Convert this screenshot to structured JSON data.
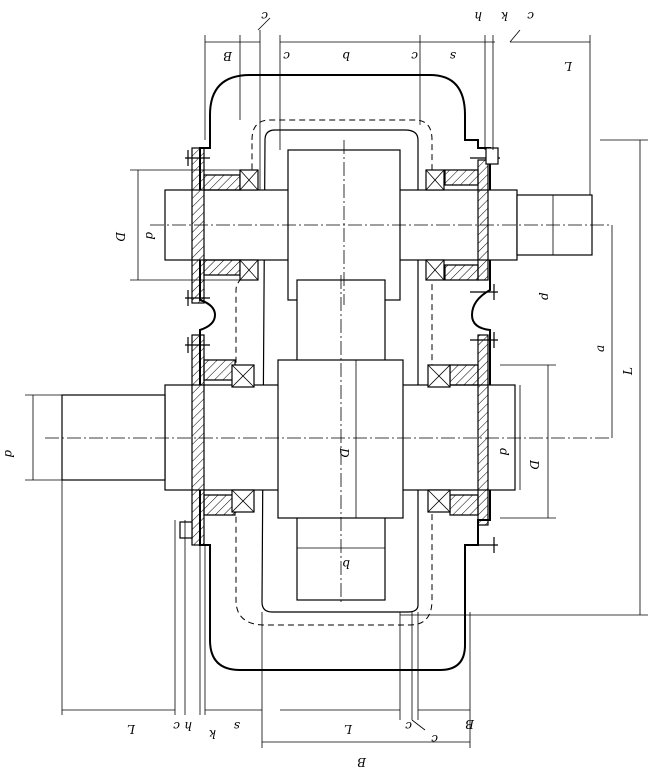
{
  "figure": {
    "labels": {
      "c_top": "c",
      "B_top": "B",
      "c_left_top": "c",
      "b_top": "b",
      "c_mid_top": "c",
      "s_top": "s",
      "h_top": "h",
      "c_h_top": "c",
      "k_top": "k",
      "L_top": "L",
      "D_upper": "D",
      "d_upper": "d",
      "d_upper_right": "d",
      "a_right": "a",
      "L_right": "L",
      "d_left": "d",
      "D_gear": "D",
      "d_lower": "d",
      "D_lower": "D",
      "b_gear": "b",
      "L_bottom_left": "L",
      "c_bottom_left": "c",
      "h_bottom": "h",
      "k_bottom": "k",
      "s_bottom": "s",
      "L_bottom_mid": "L",
      "c_bottom_mid": "c",
      "c_bottom_right": "c",
      "B_bottom_right": "B",
      "B_bottom": "B"
    }
  }
}
